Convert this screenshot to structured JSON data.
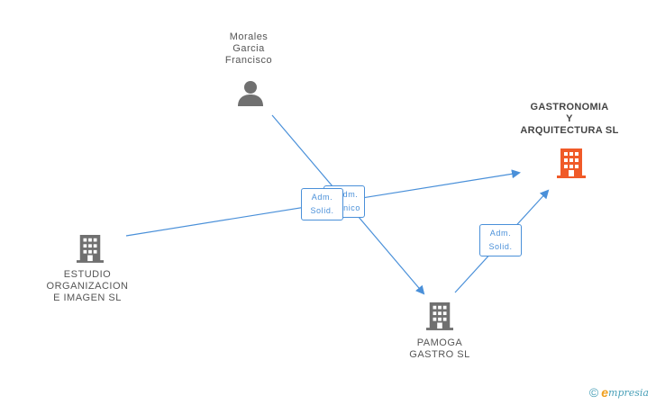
{
  "nodes": {
    "morales": {
      "lines": [
        "Morales",
        "Garcia",
        "Francisco"
      ],
      "kind": "person"
    },
    "gastronomia": {
      "lines": [
        "GASTRONOMIA",
        "Y",
        "ARQUITECTURA SL"
      ],
      "kind": "company",
      "highlight": true
    },
    "estudio": {
      "lines": [
        "ESTUDIO",
        "ORGANIZACION",
        "E IMAGEN SL"
      ],
      "kind": "company"
    },
    "pamoga": {
      "lines": [
        "PAMOGA",
        "GASTRO SL"
      ],
      "kind": "company"
    }
  },
  "edge_labels": {
    "back": [
      "Adm.",
      "Unico"
    ],
    "front": [
      "Adm.",
      "Solid."
    ],
    "pamoga_to_gastronomia": [
      "Adm.",
      "Solid."
    ]
  },
  "colors": {
    "edge": "#4a90d9",
    "company_icon": "#707070",
    "person_icon": "#707070",
    "highlight_icon": "#f05a28"
  },
  "footer": {
    "copyright": "©",
    "brand_initial": "e",
    "brand_rest": "mpresia"
  }
}
